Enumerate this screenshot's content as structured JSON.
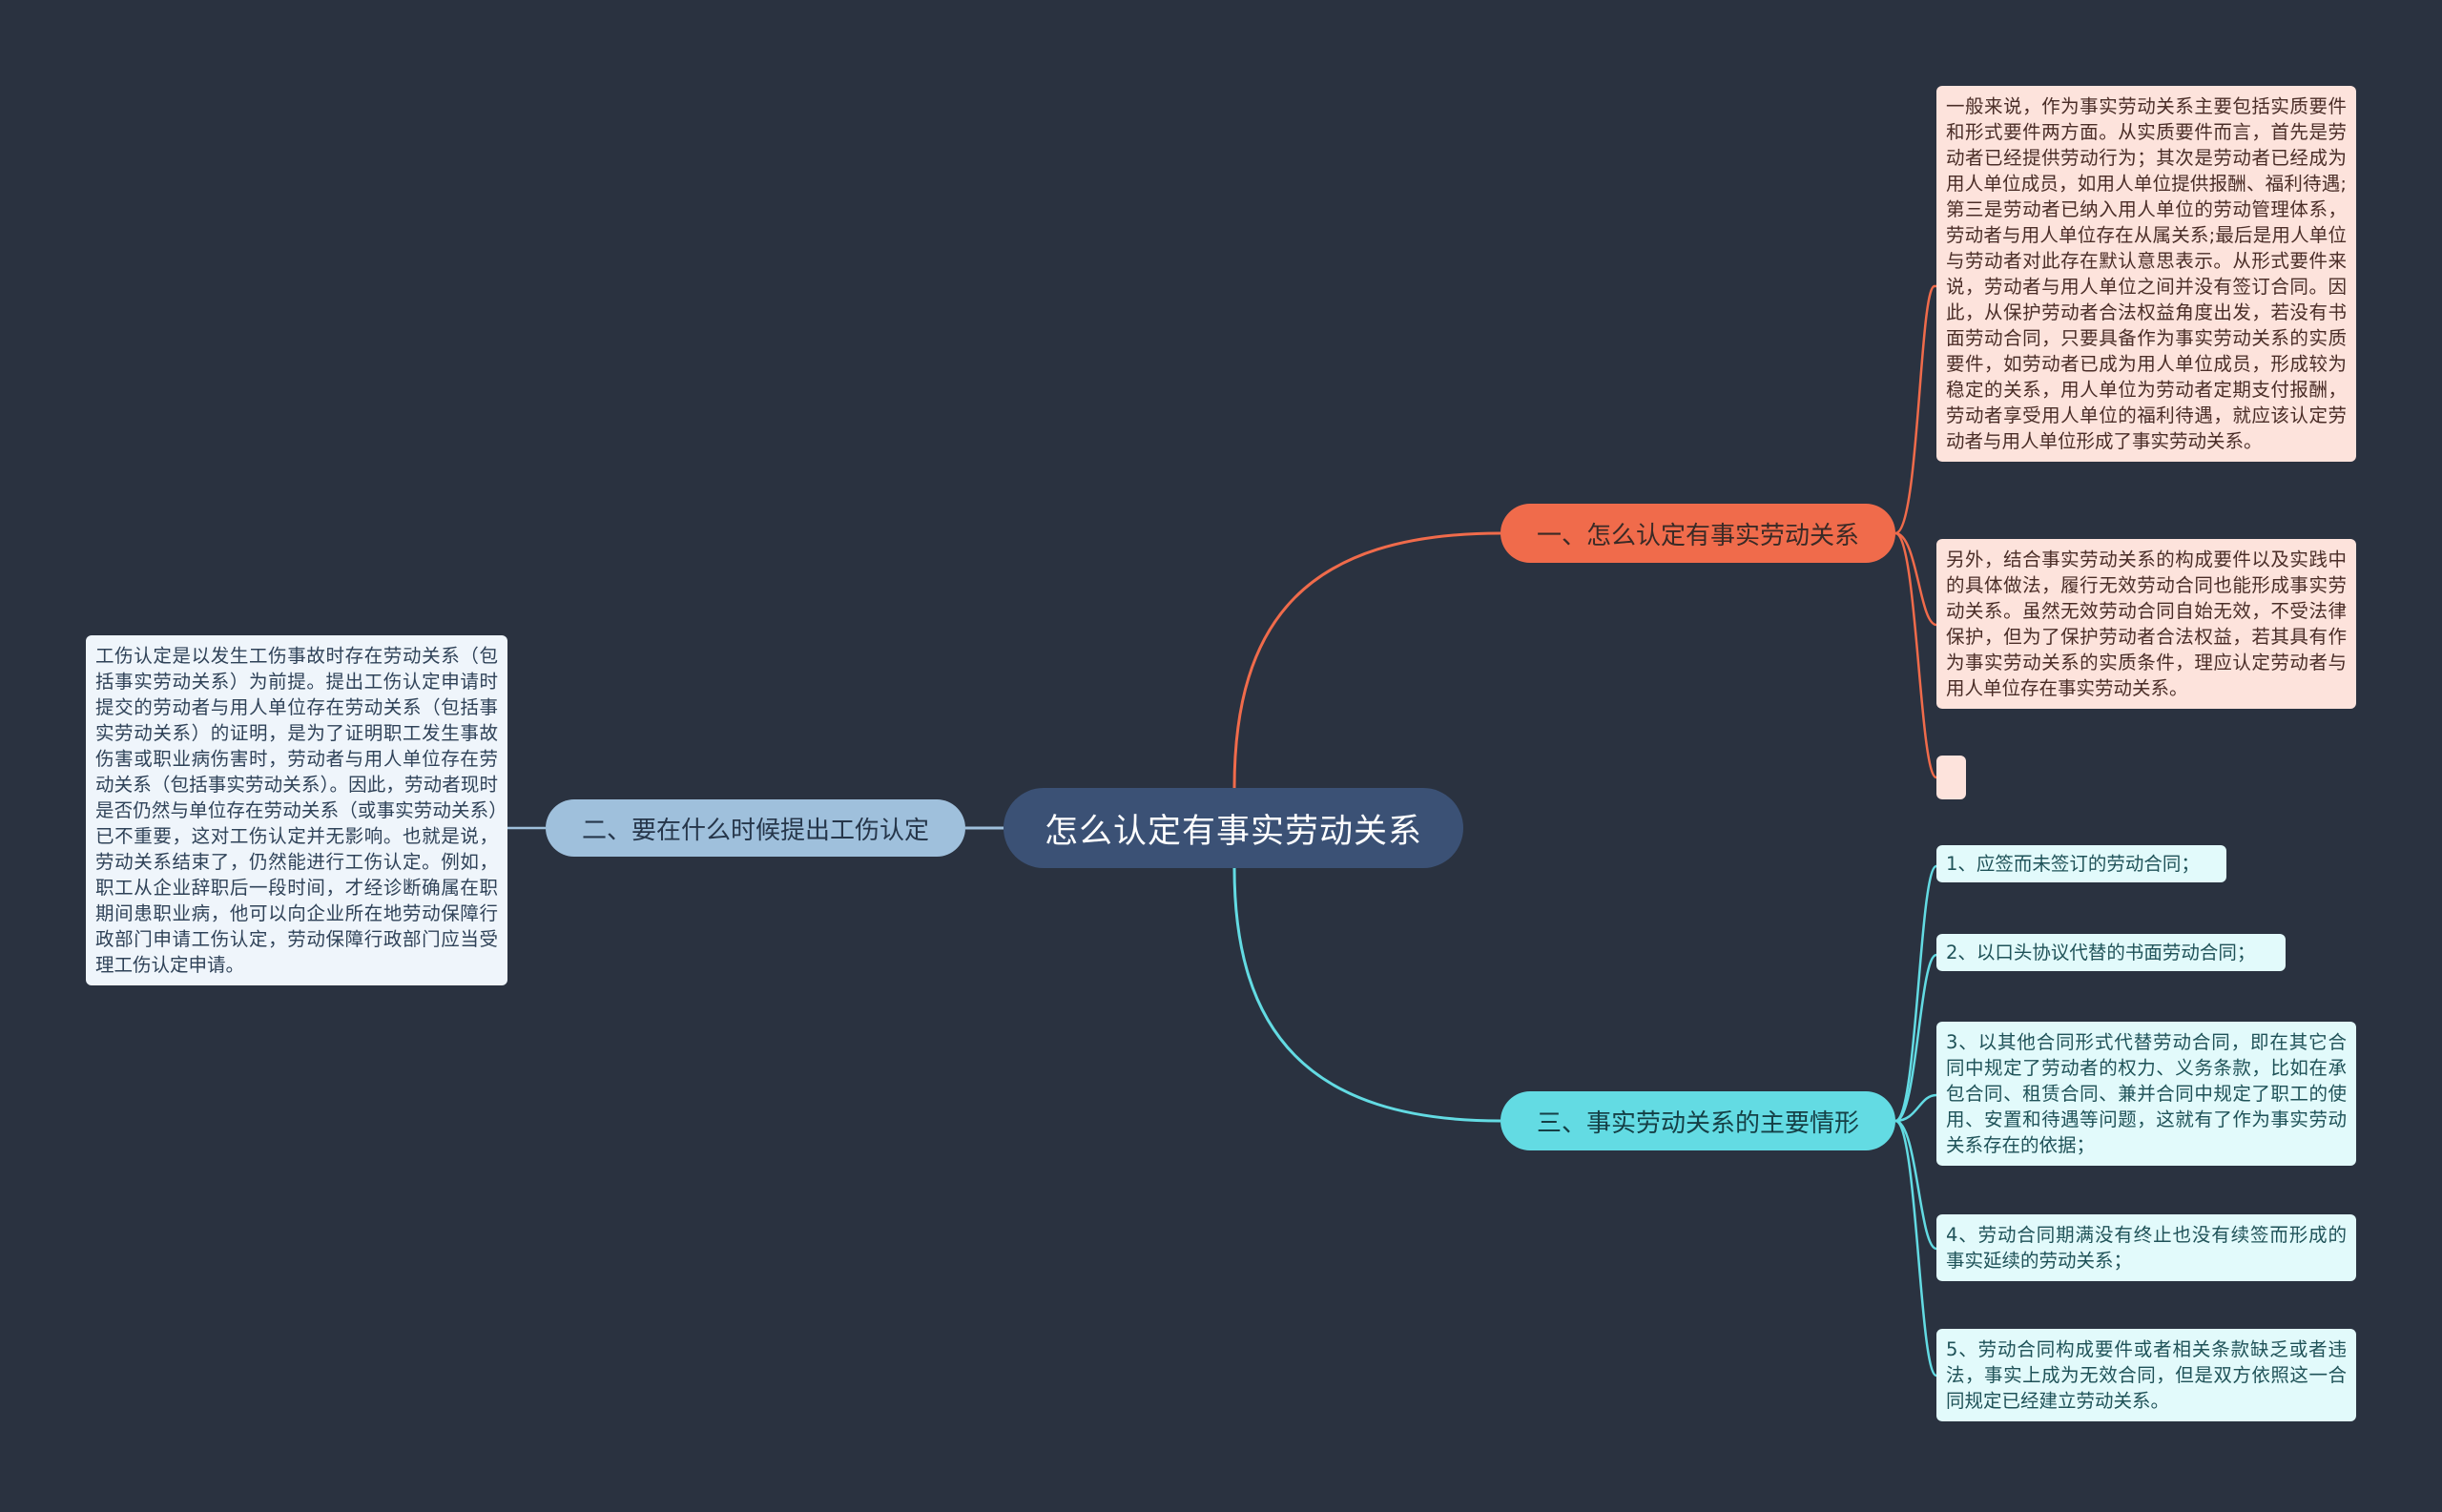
{
  "root": {
    "label": "怎么认定有事实劳动关系"
  },
  "branches": {
    "b1": {
      "label": "一、怎么认定有事实劳动关系",
      "color": "#f06b4b",
      "children": [
        "一般来说，作为事实劳动关系主要包括实质要件和形式要件两方面。从实质要件而言，首先是劳动者已经提供劳动行为；其次是劳动者已经成为用人单位成员，如用人单位提供报酬、福利待遇;第三是劳动者已纳入用人单位的劳动管理体系，劳动者与用人单位存在从属关系;最后是用人单位与劳动者对此存在默认意思表示。从形式要件来说，劳动者与用人单位之间并没有签订合同。因此，从保护劳动者合法权益角度出发，若没有书面劳动合同，只要具备作为事实劳动关系的实质要件，如劳动者已成为用人单位成员，形成较为稳定的关系，用人单位为劳动者定期支付报酬，劳动者享受用人单位的福利待遇，就应该认定劳动者与用人单位形成了事实劳动关系。",
        "另外，结合事实劳动关系的构成要件以及实践中的具体做法，履行无效劳动合同也能形成事实劳动关系。虽然无效劳动合同自始无效，不受法律保护，但为了保护劳动者合法权益，若其具有作为事实劳动关系的实质条件，理应认定劳动者与用人单位存在事实劳动关系。",
        ""
      ]
    },
    "b2": {
      "label": "二、要在什么时候提出工伤认定",
      "color": "#9fc0dc",
      "children": [
        "工伤认定是以发生工伤事故时存在劳动关系（包括事实劳动关系）为前提。提出工伤认定申请时提交的劳动者与用人单位存在劳动关系（包括事实劳动关系）的证明，是为了证明职工发生事故伤害或职业病伤害时，劳动者与用人单位存在劳动关系（包括事实劳动关系）。因此，劳动者现时是否仍然与单位存在劳动关系（或事实劳动关系）已不重要，这对工伤认定并无影响。也就是说，劳动关系结束了，仍然能进行工伤认定。例如，职工从企业辞职后一段时间，才经诊断确属在职期间患职业病，他可以向企业所在地劳动保障行政部门申请工伤认定，劳动保障行政部门应当受理工伤认定申请。"
      ]
    },
    "b3": {
      "label": "三、事实劳动关系的主要情形",
      "color": "#63dbe3",
      "children": [
        "1、应签而未签订的劳动合同；",
        "2、以口头协议代替的书面劳动合同；",
        "3、以其他合同形式代替劳动合同，即在其它合同中规定了劳动者的权力、义务条款，比如在承包合同、租赁合同、兼并合同中规定了职工的使用、安置和待遇等问题，这就有了作为事实劳动关系存在的依据；",
        "4、劳动合同期满没有终止也没有续签而形成的事实延续的劳动关系；",
        "5、劳动合同构成要件或者相关条款缺乏或者违法，事实上成为无效合同，但是双方依照这一合同规定已经建立劳动关系。"
      ]
    }
  }
}
